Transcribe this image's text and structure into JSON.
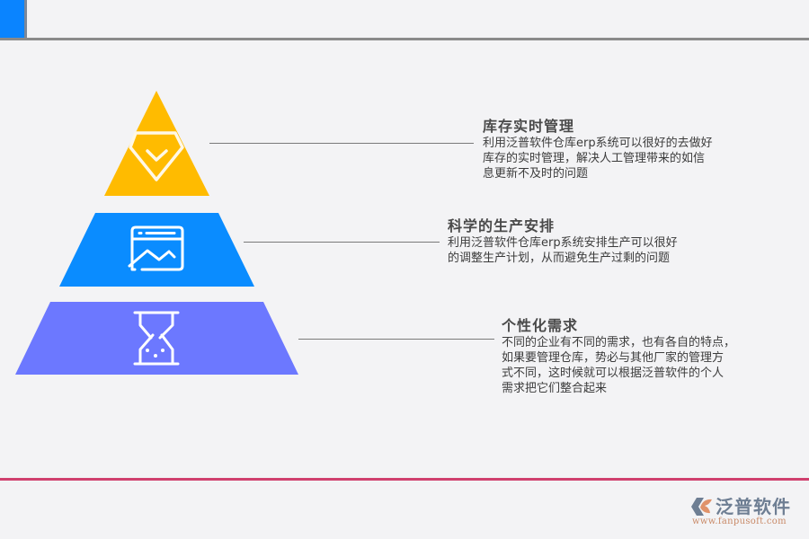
{
  "colors": {
    "background": "#f3f3f5",
    "top_accent": "#0a84ff",
    "top_rule": "#8a8a8a",
    "bottom_rule": "#d0406e",
    "tier1": "#ffbb00",
    "tier2": "#0a8cff",
    "tier3": "#6c78ff",
    "connector": "#7a7a7a",
    "logo_text": "#6e7e93",
    "logo_url": "#c98a68"
  },
  "pyramid": {
    "tiers": [
      {
        "id": "tier-1",
        "icon": "diamond-check-icon",
        "title": "库存实时管理",
        "description_lines": [
          "利用泛普软件仓库erp系统可以很好的去做好",
          "库存的实时管理，解决人工管理带来的如信",
          "息更新不及时的问题"
        ]
      },
      {
        "id": "tier-2",
        "icon": "chart-window-icon",
        "title": "科学的生产安排",
        "description_lines": [
          "利用泛普软件仓库erp系统安排生产可以很好",
          "的调整生产计划，从而避免生产过剩的问题"
        ]
      },
      {
        "id": "tier-3",
        "icon": "hourglass-icon",
        "title": "个性化需求",
        "description_lines": [
          "不同的企业有不同的需求，也有各自的特点，",
          "如果要管理仓库，势必与其他厂家的管理方",
          "式不同，这时候就可以根据泛普软件的个人",
          "需求把它们整合起来"
        ]
      }
    ]
  },
  "logo": {
    "icon": "fanpu-logo-icon",
    "name": "泛普软件",
    "url": "www.fanpusoft.com"
  }
}
